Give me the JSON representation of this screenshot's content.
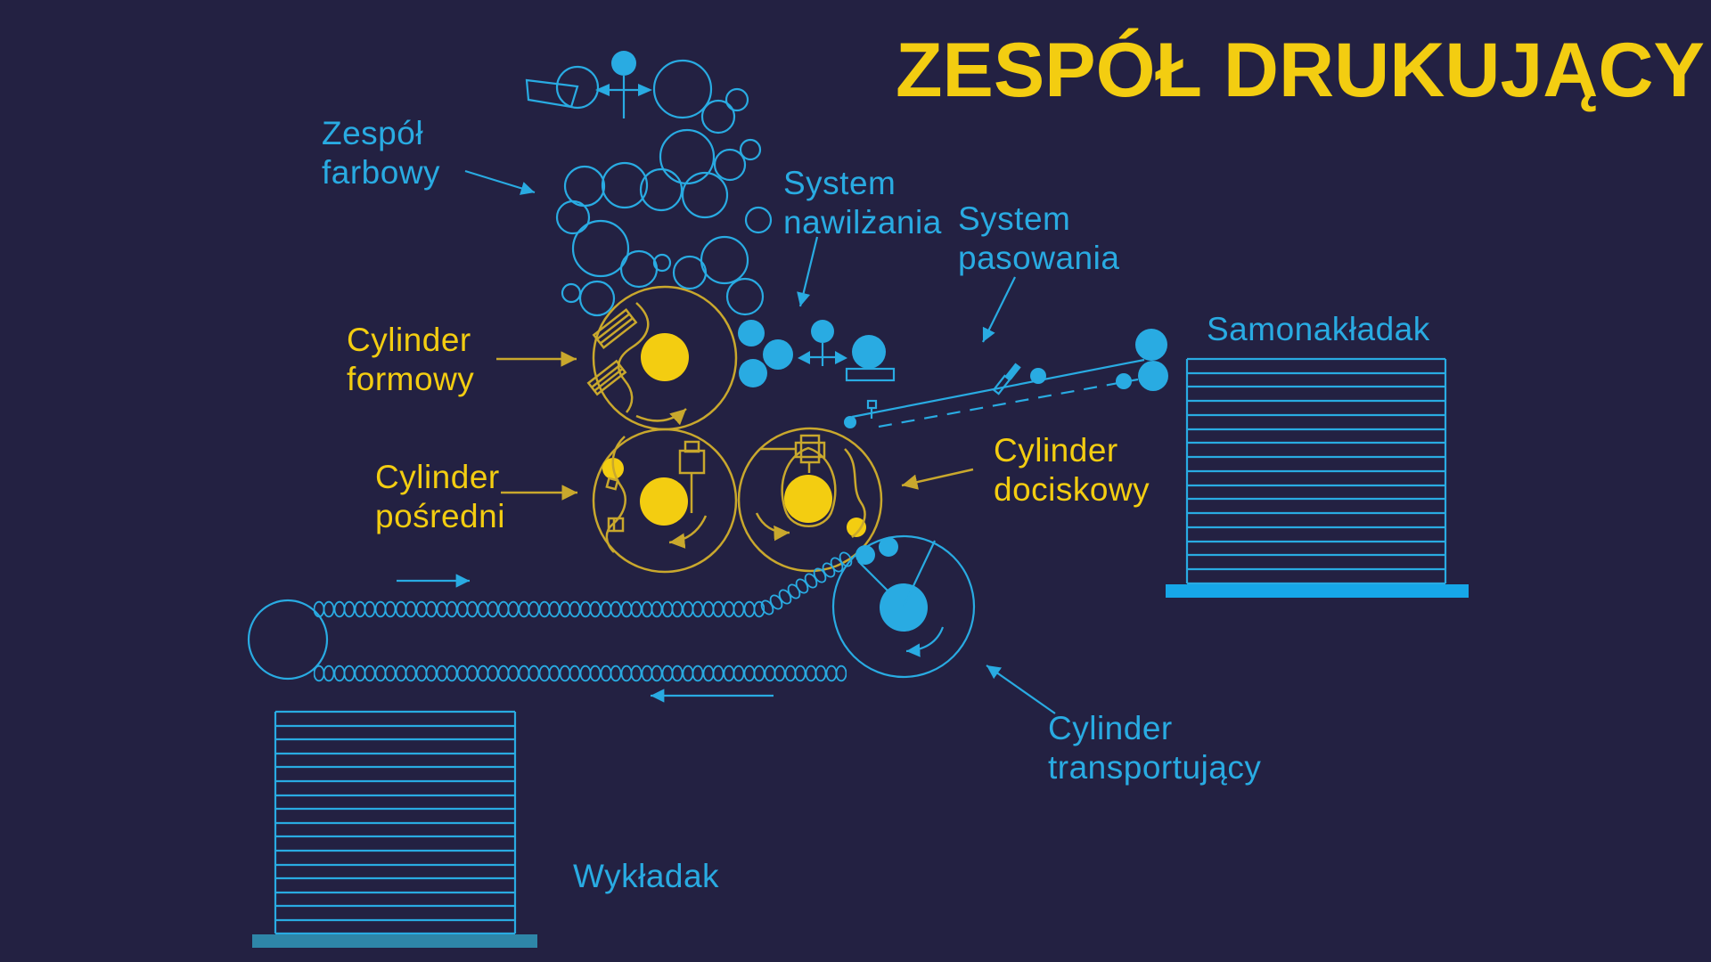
{
  "title": "ZESPÓŁ DRUKUJĄCY",
  "labels": {
    "ink_unit": "Zespół\nfarbowy",
    "dampening": "System\nnawilżania",
    "registration": "System\npasowania",
    "plate_cylinder": "Cylinder\nformowy",
    "blanket_cylinder": "Cylinder\npośredni",
    "impression_cylinder": "Cylinder\ndociskowy",
    "transport_cylinder": "Cylinder\ntransportujący",
    "feeder": "Samonakładak",
    "delivery": "Wykładak"
  },
  "colors": {
    "background": "#232142",
    "blue": "#29abe2",
    "yellow_bright": "#f3cd11",
    "yellow_line": "#c9a82d",
    "feeder_base": "#16a7e8",
    "delivery_base": "#2e86a8"
  }
}
